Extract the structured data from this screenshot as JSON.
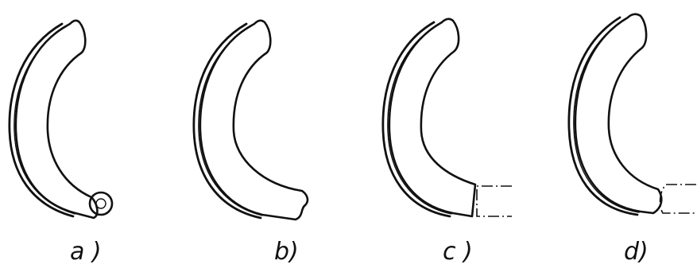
{
  "figure": {
    "panels": [
      {
        "id": "a",
        "label": "a )",
        "end_type": "pin-eye"
      },
      {
        "id": "b",
        "label": "b)",
        "end_type": "notched"
      },
      {
        "id": "c",
        "label": "c )",
        "end_type": "flat-abutment"
      },
      {
        "id": "d",
        "label": "d)",
        "end_type": "rounded-abutment"
      }
    ]
  }
}
